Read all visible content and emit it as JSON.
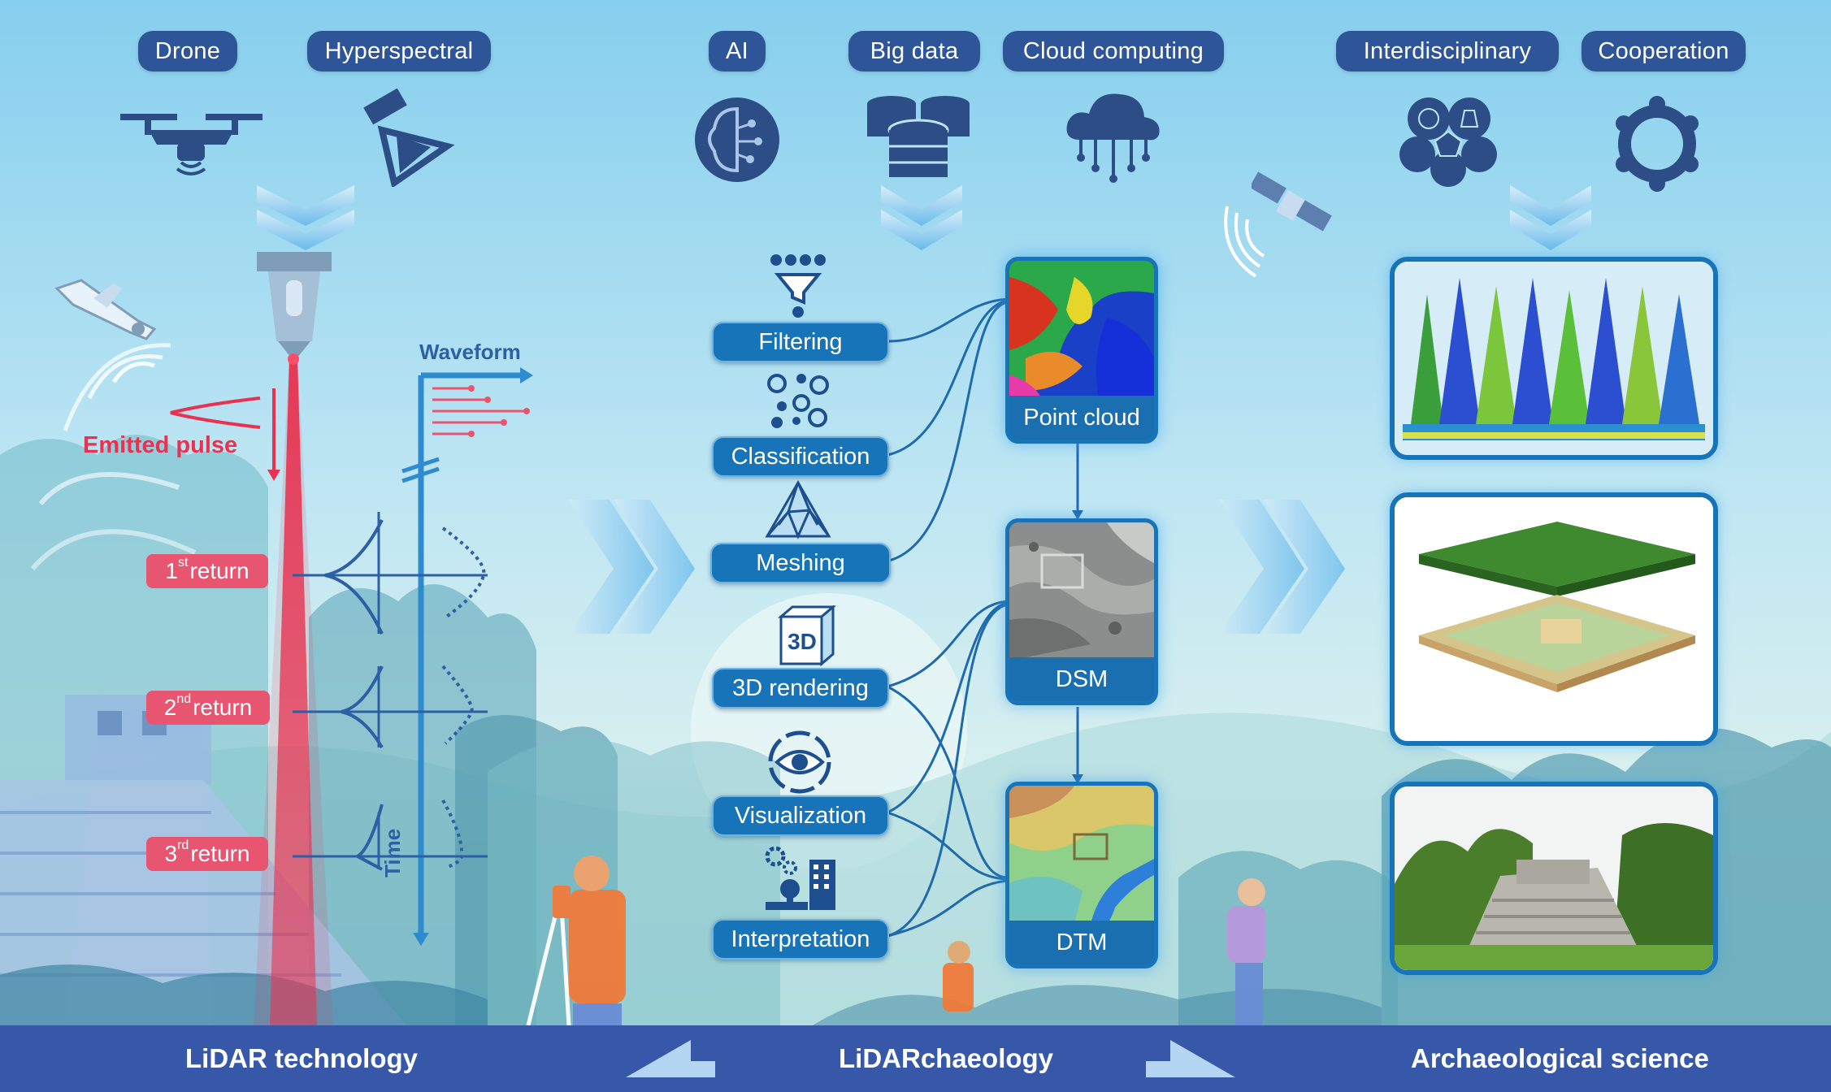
{
  "top_pills": {
    "drone": "Drone",
    "hyperspectral": "Hyperspectral",
    "ai": "AI",
    "big_data": "Big data",
    "cloud_computing": "Cloud computing",
    "interdisciplinary": "Interdisciplinary",
    "cooperation": "Cooperation"
  },
  "lidar": {
    "waveform": "Waveform",
    "time": "Time",
    "emitted_pulse": "Emitted pulse",
    "returns": [
      {
        "ordinal": "1",
        "suffix": "st",
        "word": "return"
      },
      {
        "ordinal": "2",
        "suffix": "nd",
        "word": "return"
      },
      {
        "ordinal": "3",
        "suffix": "rd",
        "word": "return"
      }
    ]
  },
  "steps": {
    "filtering": "Filtering",
    "classification": "Classification",
    "meshing": "Meshing",
    "rendering": "3D rendering",
    "rendering_icon_text": "3D",
    "visualization": "Visualization",
    "interpretation": "Interpretation"
  },
  "products": {
    "point_cloud": "Point cloud",
    "dsm": "DSM",
    "dtm": "DTM"
  },
  "bottom": {
    "left": "LiDAR technology",
    "center": "LiDARchaeology",
    "right": "Archaeological science"
  },
  "colors": {
    "accent": "#1874b8",
    "pill": "#2f5599",
    "return": "#e85570",
    "bar": "#3758a8"
  }
}
